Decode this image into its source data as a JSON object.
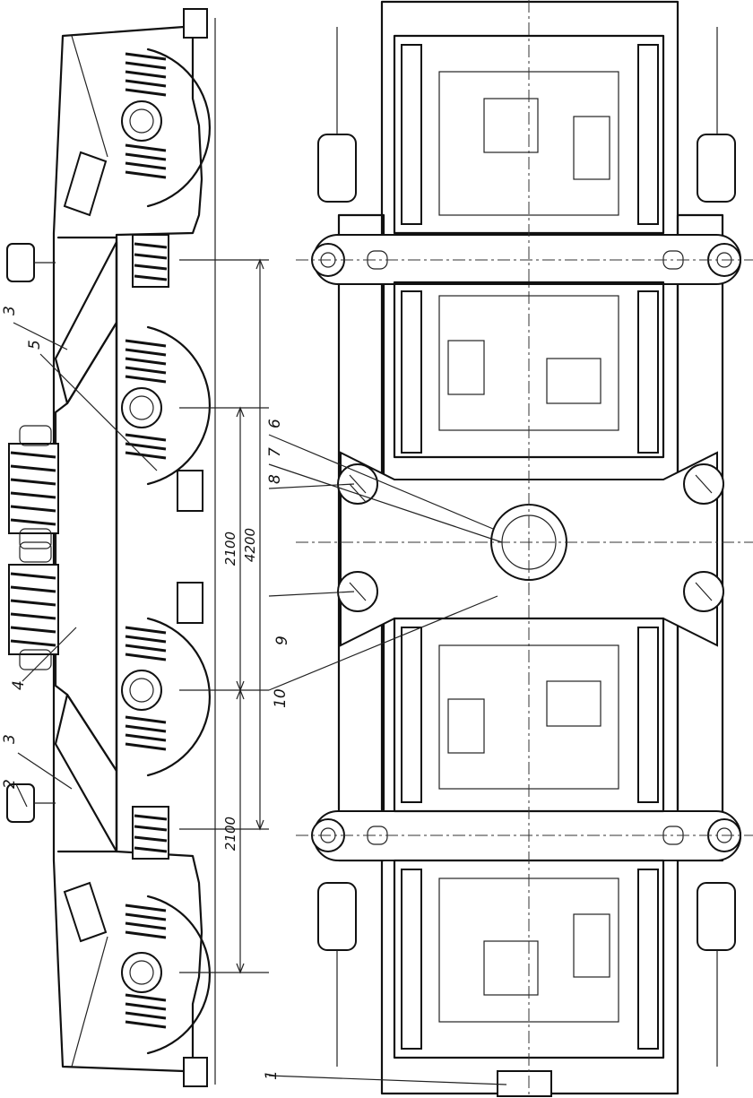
{
  "callouts": {
    "c1": "1",
    "c2": "2",
    "c3a": "3",
    "c3b": "3",
    "c4": "4",
    "c5": "5",
    "c6": "6",
    "c7": "7",
    "c8": "8",
    "c9": "9",
    "c10": "10"
  },
  "dimensions": {
    "upper_span": "2100",
    "lower_span": "2100",
    "total_span": "4200"
  }
}
